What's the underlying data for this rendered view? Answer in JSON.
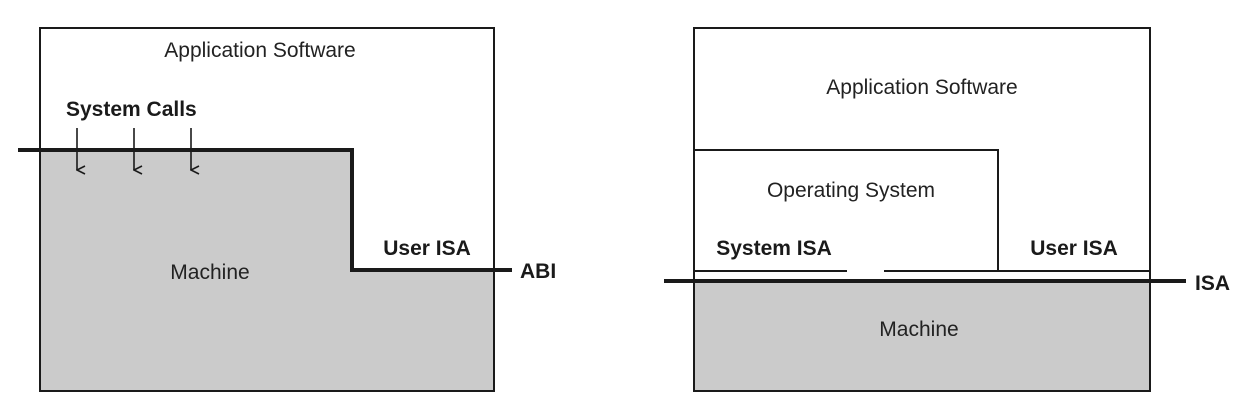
{
  "colors": {
    "machine_fill": "#cbcbcb",
    "line": "#1a1a1a",
    "background": "#ffffff"
  },
  "left_diagram": {
    "application_software": "Application Software",
    "system_calls": "System Calls",
    "machine": "Machine",
    "user_isa": "User ISA",
    "abi": "ABI"
  },
  "right_diagram": {
    "application_software": "Application Software",
    "operating_system": "Operating System",
    "system_isa": "System ISA",
    "user_isa": "User ISA",
    "isa": "ISA",
    "machine": "Machine"
  }
}
